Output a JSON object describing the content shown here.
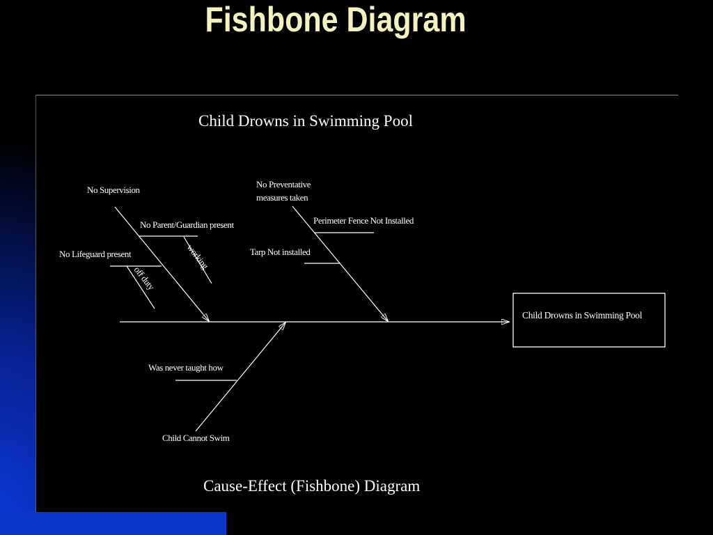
{
  "slide": {
    "title": "Fishbone Diagram",
    "colors": {
      "title_text": "#f5f2c0",
      "background": "#000000",
      "accent_blue": "#0b37c8",
      "lines": "#ffffff"
    }
  },
  "diagram": {
    "header": "Child Drowns in Swimming Pool",
    "footer": "Cause-Effect (Fishbone) Diagram",
    "effect": "Child Drowns in Swimming Pool",
    "causes": {
      "supervision": {
        "label": "No Supervision",
        "sub_causes": [
          {
            "label": "No Parent/Guardian present",
            "detail": "working"
          },
          {
            "label": "No Lifeguard present",
            "detail": "off duty"
          }
        ]
      },
      "preventative": {
        "label_lines": [
          "No Preventative",
          "measures taken"
        ],
        "sub_causes": [
          {
            "label": "Perimeter Fence Not Installed"
          },
          {
            "label": "Tarp Not installed"
          }
        ]
      },
      "swim": {
        "label": "Child Cannot Swim",
        "sub_causes": [
          {
            "label": "Was never taught how"
          }
        ]
      }
    }
  }
}
